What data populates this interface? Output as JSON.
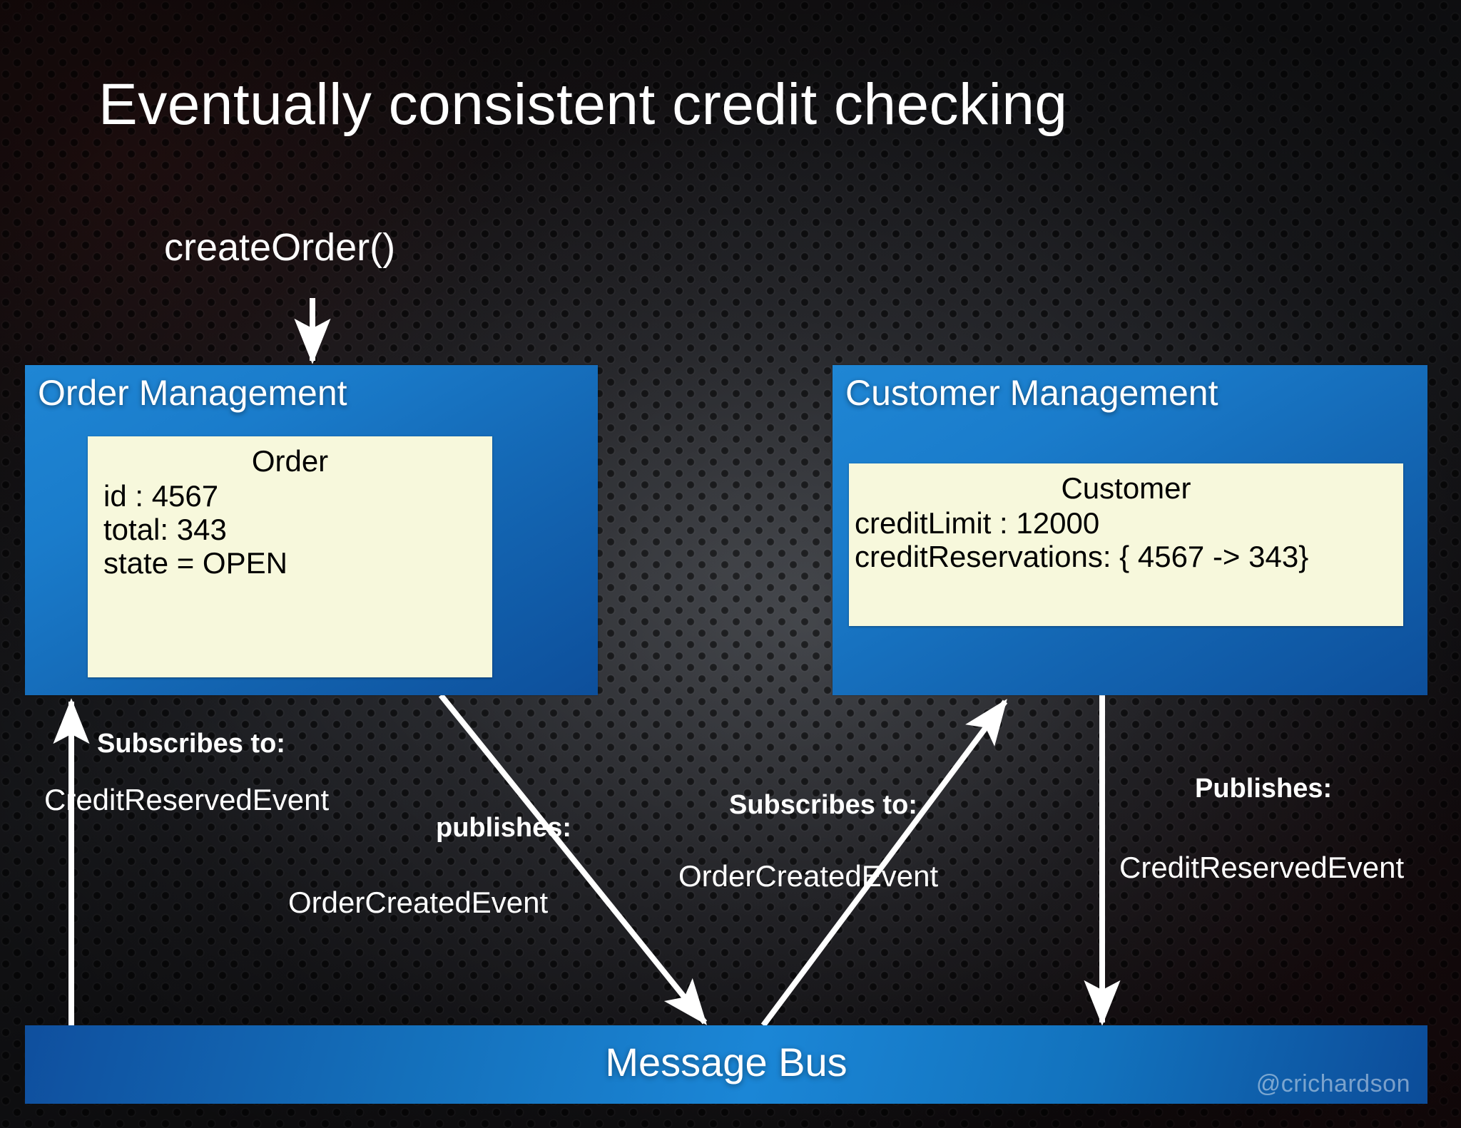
{
  "slide": {
    "title": "Eventually consistent credit checking",
    "watermark": "@crichardson"
  },
  "entry_call": {
    "label": "createOrder()"
  },
  "services": [
    {
      "id": "order-management",
      "name": "Order Management",
      "entity": {
        "name": "Order",
        "attributes": [
          "id : 4567",
          "total: 343",
          "state = OPEN"
        ]
      }
    },
    {
      "id": "customer-management",
      "name": "Customer Management",
      "entity": {
        "name": "Customer",
        "attributes": [
          "creditLimit : 12000",
          "creditReservations: { 4567 -> 343}"
        ]
      }
    }
  ],
  "message_bus": {
    "label": "Message Bus"
  },
  "annotations": {
    "order_subscribes_title": "Subscribes to:",
    "order_subscribes_event": "CreditReservedEvent",
    "order_publishes_title": "publishes:",
    "order_publishes_event": "OrderCreatedEvent",
    "customer_subscribes_title": "Subscribes to:",
    "customer_subscribes_event": "OrderCreatedEvent",
    "customer_publishes_title": "Publishes:",
    "customer_publishes_event": "CreditReservedEvent"
  },
  "colors": {
    "service_box_blue": "#1a7ccb",
    "bus_blue": "#1470bb",
    "entity_card_cream": "#f7f8dc",
    "arrow_white": "#ffffff",
    "background_dark": "#17171a"
  }
}
